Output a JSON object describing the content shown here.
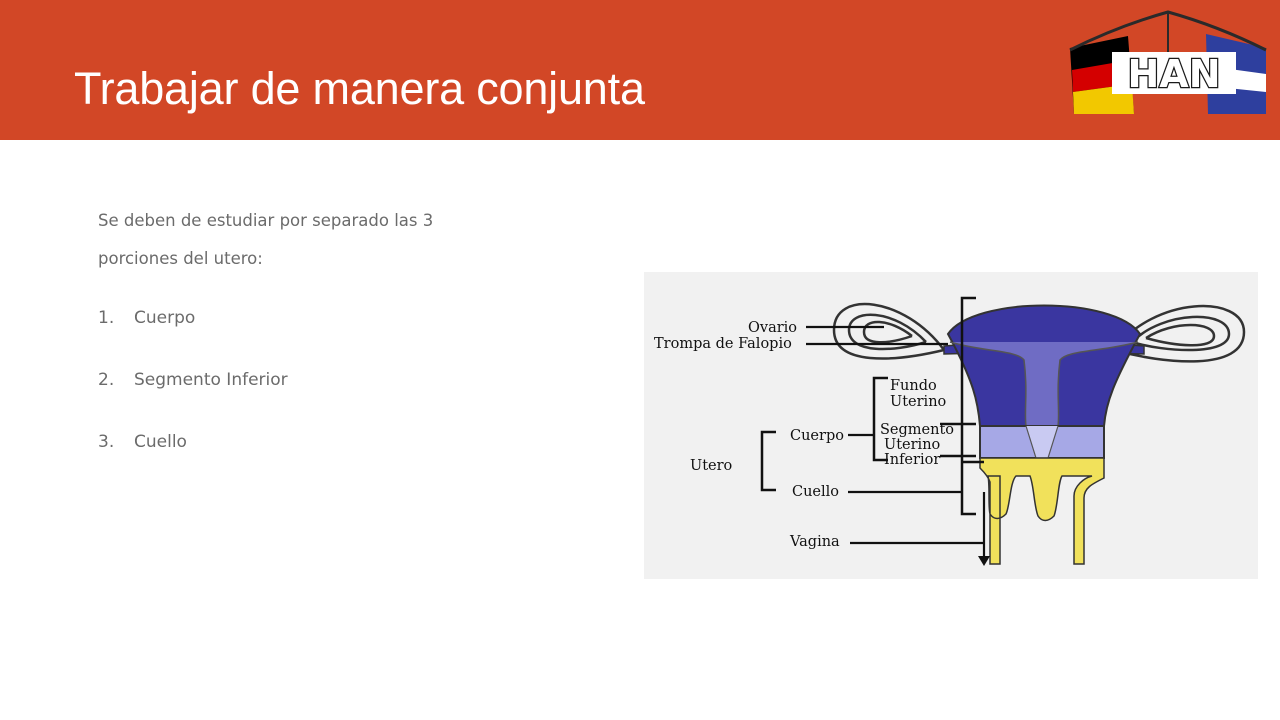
{
  "header": {
    "title": "Trabajar de manera conjunta",
    "logo_text": "HAN",
    "colors": {
      "bar": "#D24726",
      "title": "#FFFFFF"
    }
  },
  "content": {
    "intro": "Se deben de estudiar por separado las 3 porciones del utero:",
    "items": [
      {
        "number": "1.",
        "label": "Cuerpo"
      },
      {
        "number": "2.",
        "label": "Segmento Inferior"
      },
      {
        "number": "3.",
        "label": "Cuello"
      }
    ]
  },
  "diagram": {
    "labels": {
      "ovario": "Ovario",
      "trompa": "Trompa de Falopio",
      "fundo": "Fundo",
      "uterino": "Uterino",
      "cuerpo": "Cuerpo",
      "segmento": "Segmento",
      "uterino2": "Uterino",
      "inferior": "Inferior",
      "utero": "Utero",
      "cuello": "Cuello",
      "vagina": "Vagina"
    },
    "colors": {
      "body": "#3A36A0",
      "segment": "#A6A8E6",
      "cervix": "#F1E15B"
    }
  }
}
